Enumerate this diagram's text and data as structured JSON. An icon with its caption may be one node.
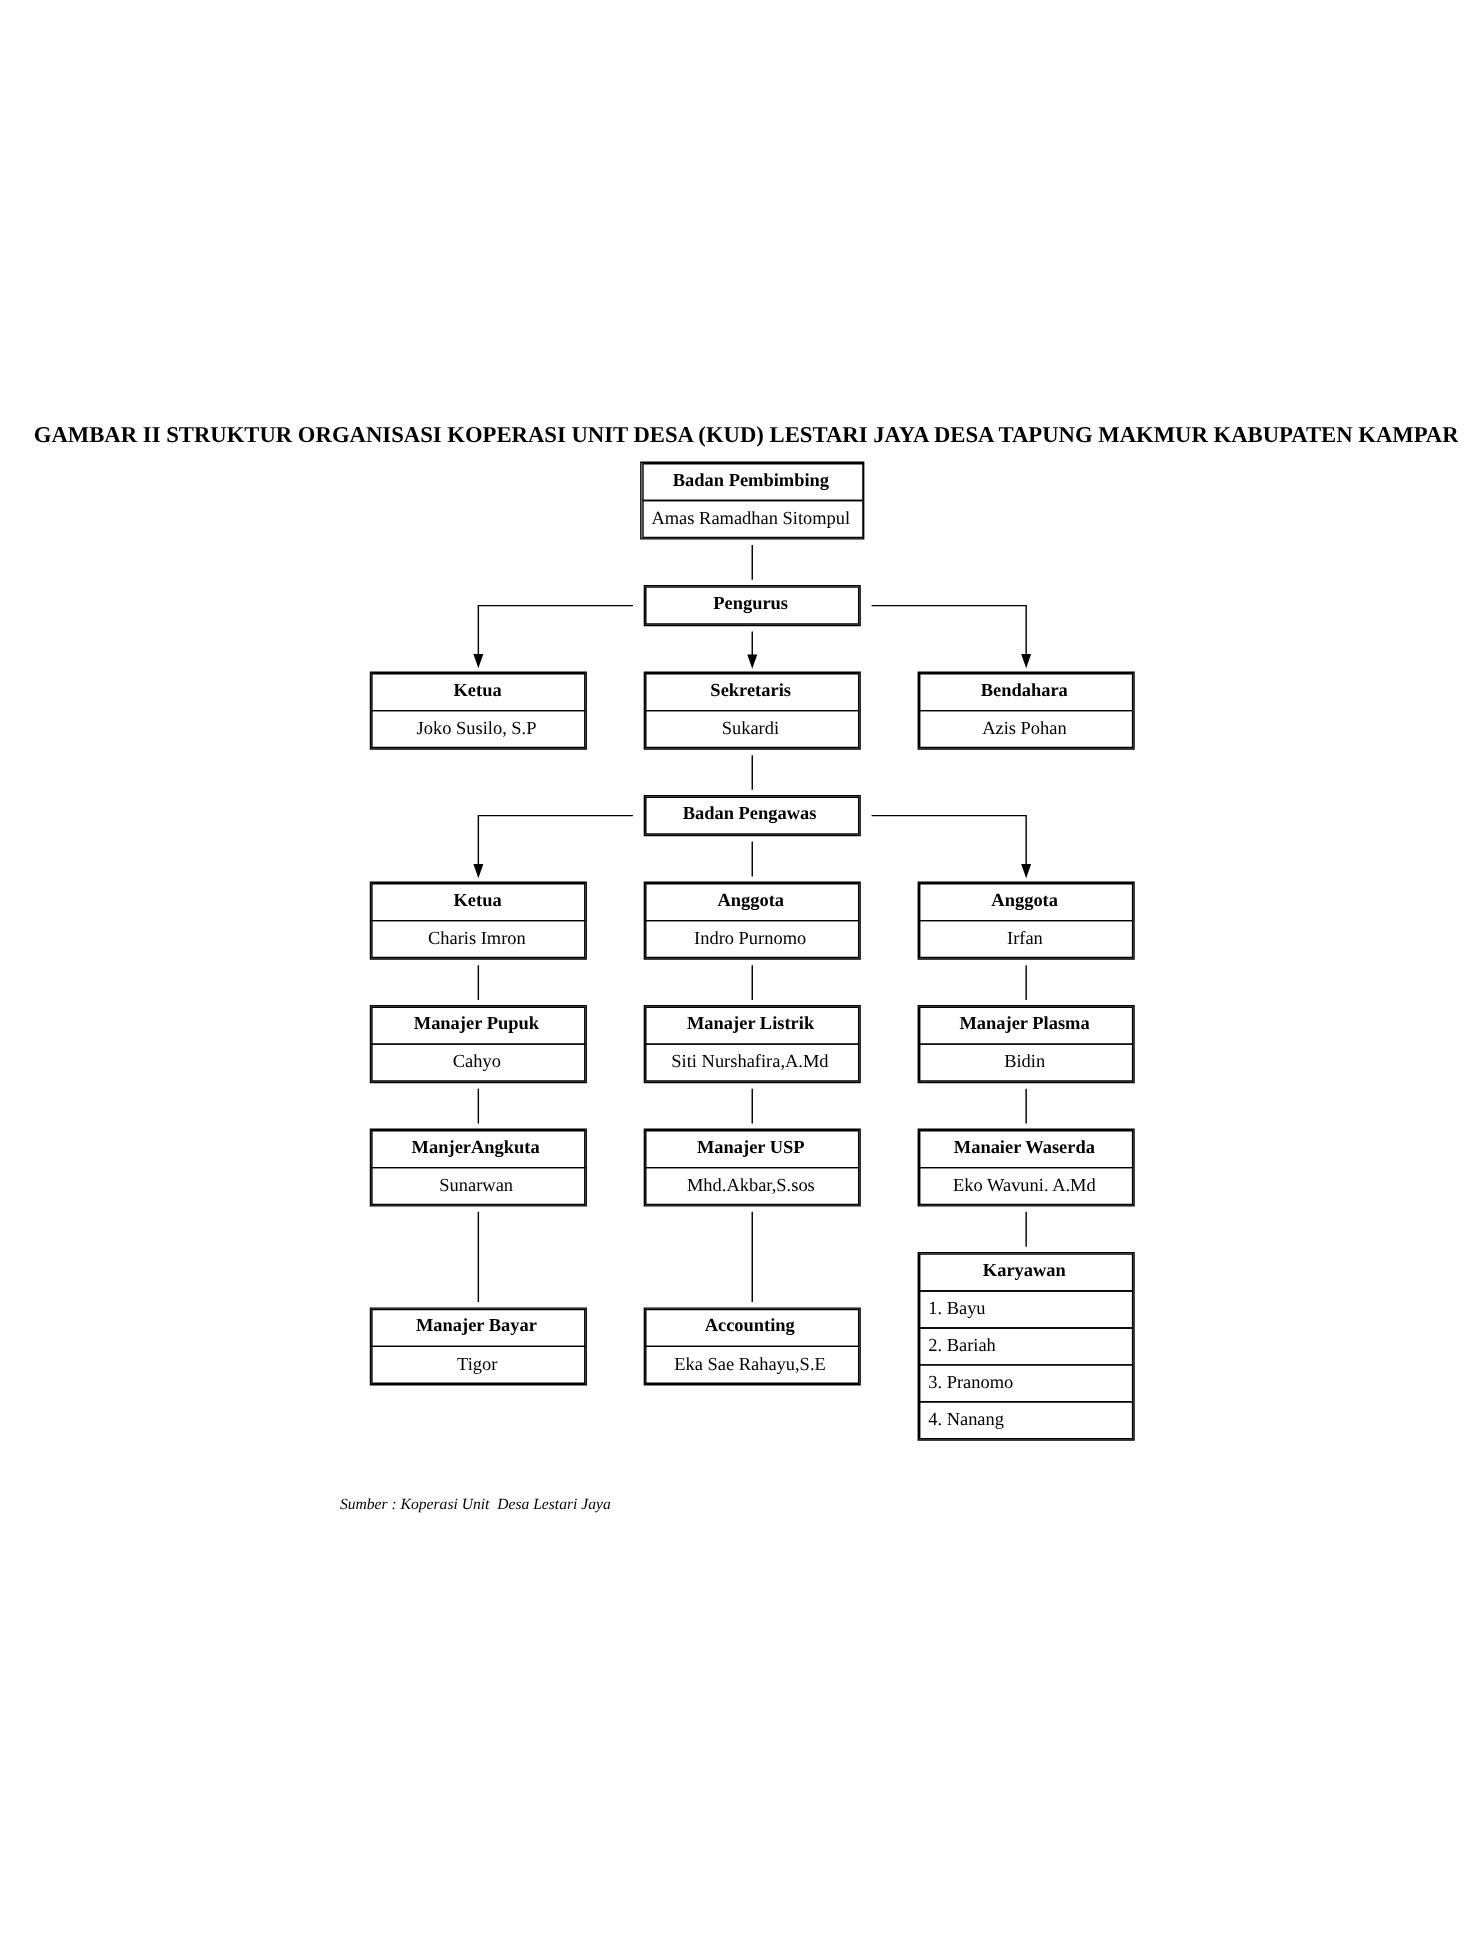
{
  "diagram": {
    "title": "GAMBAR II STRUKTUR ORGANISASI KOPERASI UNIT DESA (KUD) LESTARI JAYA DESA TAPUNG MAKMUR KABUPATEN KAMPAR",
    "caption": "Sumber : Koperasi Unit  Desa Lestari Jaya",
    "nodes": [
      {
        "text": [
          "Badan Pembimbing",
          "Amas Ramadhan Sitompul"
        ]
      },
      {
        "text": [
          "Pengurus"
        ]
      },
      {
        "text": [
          "Ketua",
          "Joko Susilo, S.P"
        ]
      },
      {
        "text": [
          "Sekretaris",
          "Sukardi"
        ]
      },
      {
        "text": [
          "Bendahara",
          "Azis Pohan"
        ]
      },
      {
        "text": [
          "Badan Pengawas"
        ]
      },
      {
        "text": [
          "Ketua",
          "Charis Imron"
        ]
      },
      {
        "text": [
          "Anggota",
          "Indro Purnomo"
        ]
      },
      {
        "text": [
          "Anggota",
          "Irfan"
        ]
      },
      {
        "text": [
          "Manajer Pupuk",
          "Cahyo"
        ]
      },
      {
        "text": [
          "ManjerAngkuta",
          "Sunarwan"
        ]
      },
      {
        "text": [
          "Manajer Bayar",
          "Tigor"
        ]
      },
      {
        "text": [
          "Manajer Listrik",
          "Siti Nurshafira,A.Md"
        ]
      },
      {
        "text": [
          "Manajer USP",
          "Mhd.Akbar,S.sos"
        ]
      },
      {
        "text": [
          "Accounting",
          "Eka Sae Rahayu,S.E"
        ]
      },
      {
        "text": [
          "Manajer Plasma",
          "Bidin"
        ]
      },
      {
        "text": [
          "Manaier Waserda",
          "Eko Wavuni. A.Md"
        ]
      },
      {
        "text": [
          "Karyawan",
          "1. Bayu",
          "2. Bariah",
          "3. Pranomo",
          "4. Nanang"
        ]
      }
    ],
    "edges": [
      {
        "from": 0,
        "to": 1,
        "arrow": "none"
      },
      {
        "from": 1,
        "to": 2,
        "arrow": "to"
      },
      {
        "from": 1,
        "to": 3,
        "arrow": "to"
      },
      {
        "from": 1,
        "to": 4,
        "arrow": "to"
      },
      {
        "from": 3,
        "to": 5,
        "arrow": "none"
      },
      {
        "from": 5,
        "to": 6,
        "arrow": "to"
      },
      {
        "from": 5,
        "to": 7,
        "arrow": "none"
      },
      {
        "from": 5,
        "to": 8,
        "arrow": "to"
      },
      {
        "from": 6,
        "to": 9,
        "arrow": "none"
      },
      {
        "from": 9,
        "to": 10,
        "arrow": "none"
      },
      {
        "from": 10,
        "to": 11,
        "arrow": "none"
      },
      {
        "from": 7,
        "to": 12,
        "arrow": "none"
      },
      {
        "from": 12,
        "to": 13,
        "arrow": "none"
      },
      {
        "from": 13,
        "to": 14,
        "arrow": "none"
      },
      {
        "from": 8,
        "to": 15,
        "arrow": "none"
      },
      {
        "from": 15,
        "to": 16,
        "arrow": "none"
      },
      {
        "from": 16,
        "to": 17,
        "arrow": "none"
      }
    ]
  }
}
